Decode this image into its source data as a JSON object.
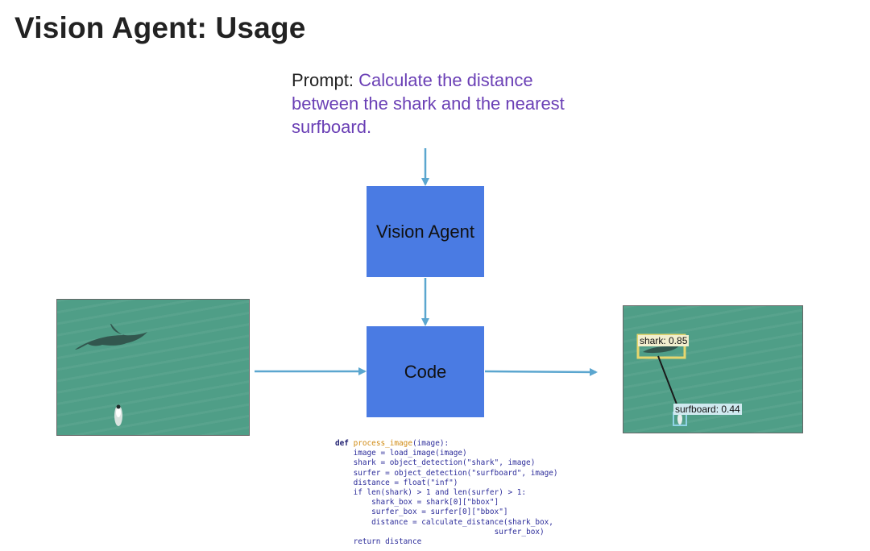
{
  "slide": {
    "title": "Vision Agent: Usage"
  },
  "prompt": {
    "label": "Prompt:",
    "text": "Calculate the distance between the shark and the nearest surfboard."
  },
  "boxes": {
    "agent": "Vision Agent",
    "code": "Code"
  },
  "detections": {
    "shark_label": "shark: 0.85",
    "surfboard_label": "surfboard: 0.44"
  },
  "code": {
    "def_kw": "def",
    "func_name": "process_image",
    "signature_rest": "(image):",
    "lines": [
      "image = load_image(image)",
      "shark = object_detection(\"shark\", image)",
      "surfer = object_detection(\"surfboard\", image)",
      "distance = float(\"inf\")",
      "if len(shark) > 1 and len(surfer) > 1:",
      "shark_box = shark[0][\"bbox\"]",
      "surfer_box = surfer[0][\"bbox\"]",
      "distance = calculate_distance(shark_box,",
      "surfer_box)",
      "return distance"
    ]
  },
  "colors": {
    "box_fill": "#4a7be3",
    "arrow": "#5ba6cf",
    "prompt_text": "#6a3fb5",
    "water": "#4f9e87",
    "shark_bbox": "#e6d66e",
    "surfboard_bbox": "#8fd3e6"
  }
}
